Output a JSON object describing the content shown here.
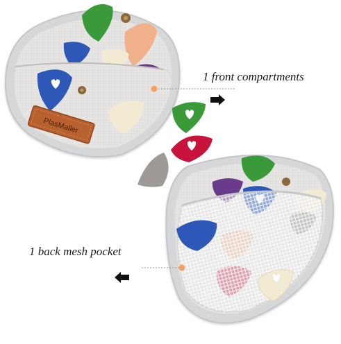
{
  "image": {
    "caption_front": "1 front compartments",
    "caption_back": "1 back mesh pocket",
    "brand_tag": "PlasMaller"
  },
  "colors": {
    "felt_light": "#e6e4e2",
    "trim": "#cfd1d3",
    "pick_green": "#3a9a3a",
    "pick_peach": "#f0b08a",
    "pick_cream": "#f3ead3",
    "pick_purple": "#6a3b8a",
    "pick_blue": "#2d58b8",
    "pick_red": "#c8143b",
    "pick_gray": "#9e9994",
    "leather_tag": "#b8602e",
    "snap_bronze": "#8a6a3a"
  }
}
